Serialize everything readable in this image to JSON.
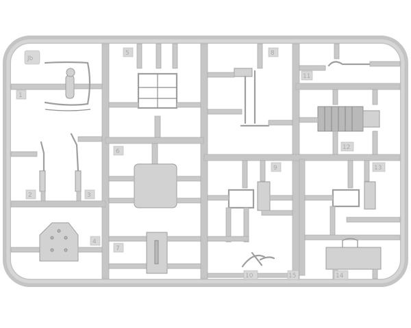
{
  "sprue": {
    "letter": "Jb",
    "part_numbers": [
      "1",
      "2",
      "3",
      "4",
      "5",
      "6",
      "7",
      "8",
      "9",
      "10",
      "11",
      "12",
      "13",
      "14",
      "15"
    ],
    "colors": {
      "plastic": "#c6c6c6",
      "background": "#ffffff",
      "label": "#a9a9a9"
    }
  }
}
